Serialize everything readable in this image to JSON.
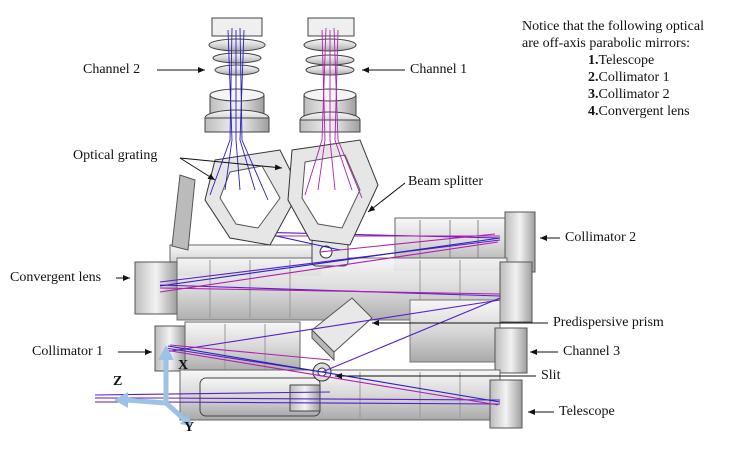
{
  "note": {
    "line1": "Notice that the following optical",
    "line2": "are off-axis parabolic mirrors:",
    "items": [
      {
        "num": "1.",
        "text": "Telescope"
      },
      {
        "num": "2.",
        "text": "Collimator 1"
      },
      {
        "num": "3.",
        "text": "Collimator 2"
      },
      {
        "num": "4.",
        "text": "Convergent lens"
      }
    ]
  },
  "labels": {
    "channel2": "Channel 2",
    "channel1": "Channel 1",
    "optical_grating": "Optical grating",
    "beam_splitter": "Beam splitter",
    "collimator2": "Collimator 2",
    "convergent_lens": "Convergent lens",
    "predispersive_prism": "Predispersive prism",
    "collimator1": "Collimator 1",
    "channel3": "Channel 3",
    "slit": "Slit",
    "telescope": "Telescope"
  },
  "axes": {
    "x": "X",
    "y": "Y",
    "z": "Z"
  },
  "colors": {
    "ray_blue": "#2a1fbf",
    "ray_magenta": "#b01fb0",
    "ray_purple": "#6a2bd0",
    "metal": "#e2e2e2",
    "metal_dark": "#7a7a7a",
    "axis": "#9cc3e6"
  }
}
